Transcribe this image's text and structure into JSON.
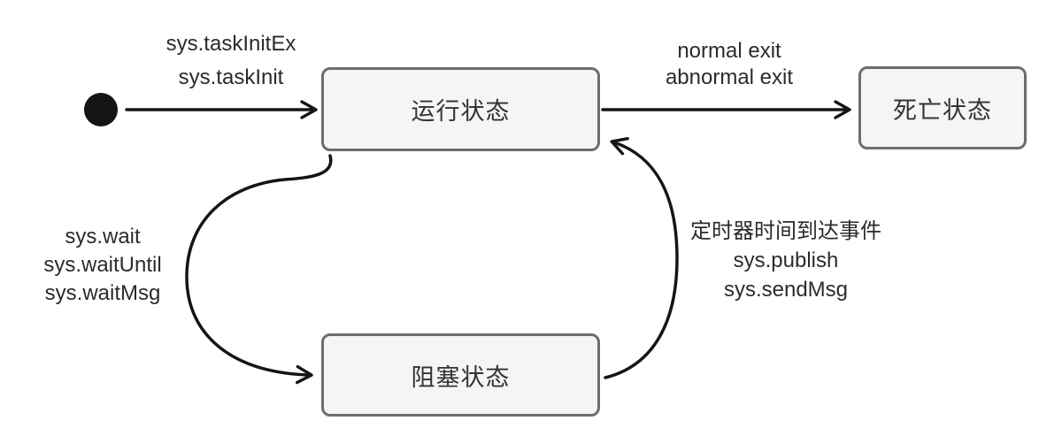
{
  "colors": {
    "background": "#ffffff",
    "node_fill": "#f5f5f5",
    "node_border": "#6d6d6d",
    "arrow": "#151515",
    "label_text": "#2b2b2b",
    "node_text": "#333333"
  },
  "nodes": {
    "initial": {
      "type": "filled-circle-start-state"
    },
    "running": {
      "label": "运行状态"
    },
    "blocked": {
      "label": "阻塞状态"
    },
    "dead": {
      "label": "死亡状态"
    }
  },
  "transitions": {
    "init": {
      "from": "initial",
      "to": "running",
      "lines": [
        "sys.taskInitEx",
        "sys.taskInit"
      ]
    },
    "exit": {
      "from": "running",
      "to": "dead",
      "lines": [
        "normal exit",
        "abnormal exit"
      ]
    },
    "wait": {
      "from": "running",
      "to": "blocked",
      "lines": [
        "sys.wait",
        "sys.waitUntil",
        "sys.waitMsg"
      ]
    },
    "resume": {
      "from": "blocked",
      "to": "running",
      "lines": [
        "定时器时间到达事件",
        "sys.publish",
        "sys.sendMsg"
      ]
    }
  }
}
